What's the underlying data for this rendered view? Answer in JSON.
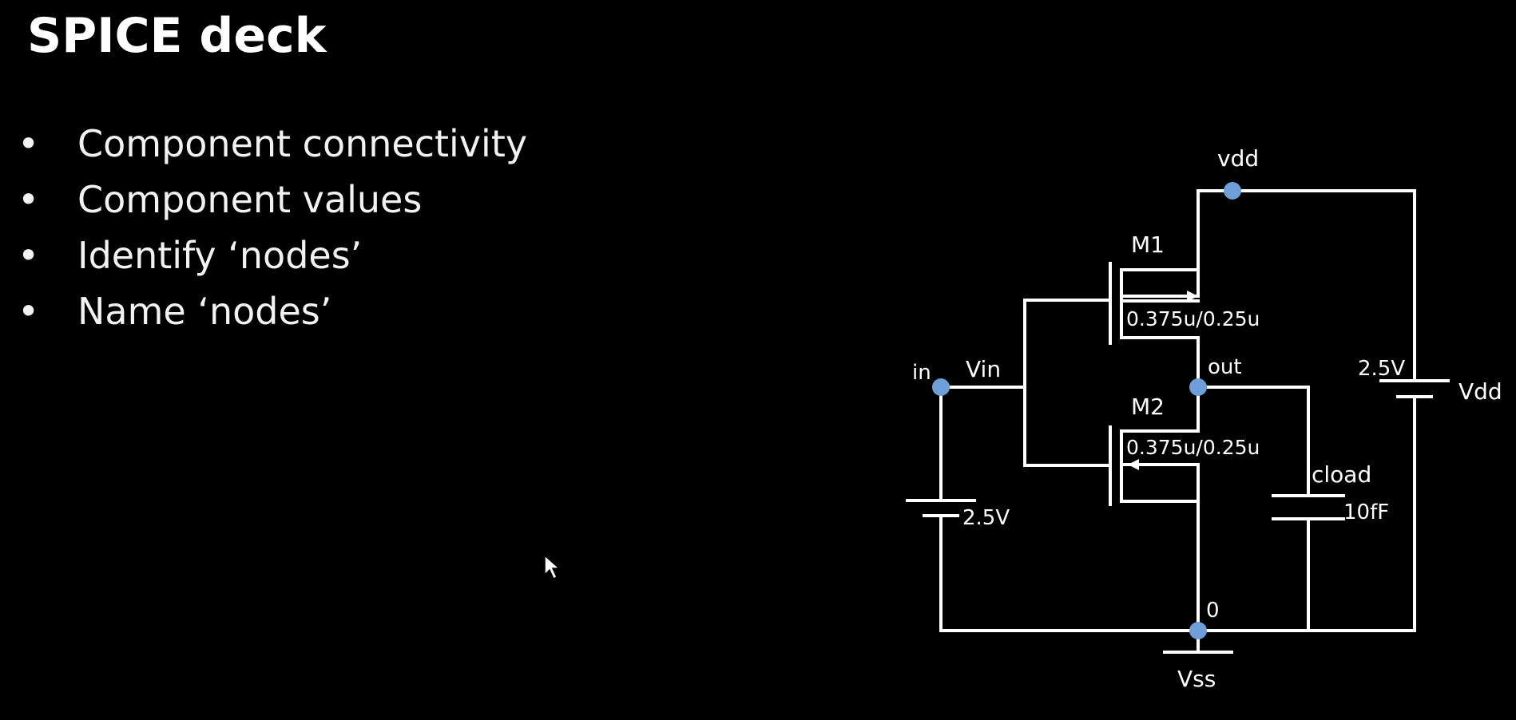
{
  "slide": {
    "title": "SPICE deck",
    "bullet_glyph": "•",
    "bullets": [
      "Component connectivity",
      "Component values",
      "Identify ‘nodes’",
      "Name ‘nodes’"
    ]
  },
  "schematic": {
    "node_color": "#6f9fd8",
    "wire_color": "#ffffff",
    "nodes": {
      "vdd": "vdd",
      "out": "out",
      "in": "in",
      "gnd": "0"
    },
    "nets": {
      "vin": "Vin"
    },
    "transistors": {
      "m1": {
        "name": "M1",
        "size": "0.375u/0.25u"
      },
      "m2": {
        "name": "M2",
        "size": "0.375u/0.25u"
      }
    },
    "sources": {
      "vin_source_value": "2.5V",
      "vdd_source_value": "2.5V",
      "vdd_source_name": "Vdd"
    },
    "capacitor": {
      "name": "cload",
      "value": "10fF"
    },
    "ground_label": "Vss"
  },
  "cursor": {
    "icon": "mouse-pointer-icon"
  }
}
